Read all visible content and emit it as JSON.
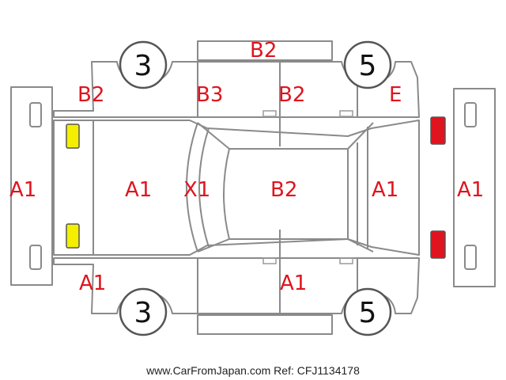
{
  "labels": {
    "roof_top": "B2",
    "left_front_fender": "B2",
    "left_front_door": "B3",
    "left_rear_door": "B2",
    "left_rear_quarter": "E",
    "front_bumper": "A1",
    "hood": "A1",
    "windshield": "X1",
    "roof": "B2",
    "trunk": "A1",
    "rear_bumper": "A1",
    "right_front_fender": "A1",
    "right_rear_door": "A1"
  },
  "wheels": {
    "top_left": "3",
    "top_right": "5",
    "bottom_left": "3",
    "bottom_right": "5"
  },
  "lamps": {
    "front_color": "#f4ef00",
    "rear_color": "#e0141e"
  },
  "footer": {
    "text": "www.CarFromJapan.com Ref: CFJ1134178"
  }
}
